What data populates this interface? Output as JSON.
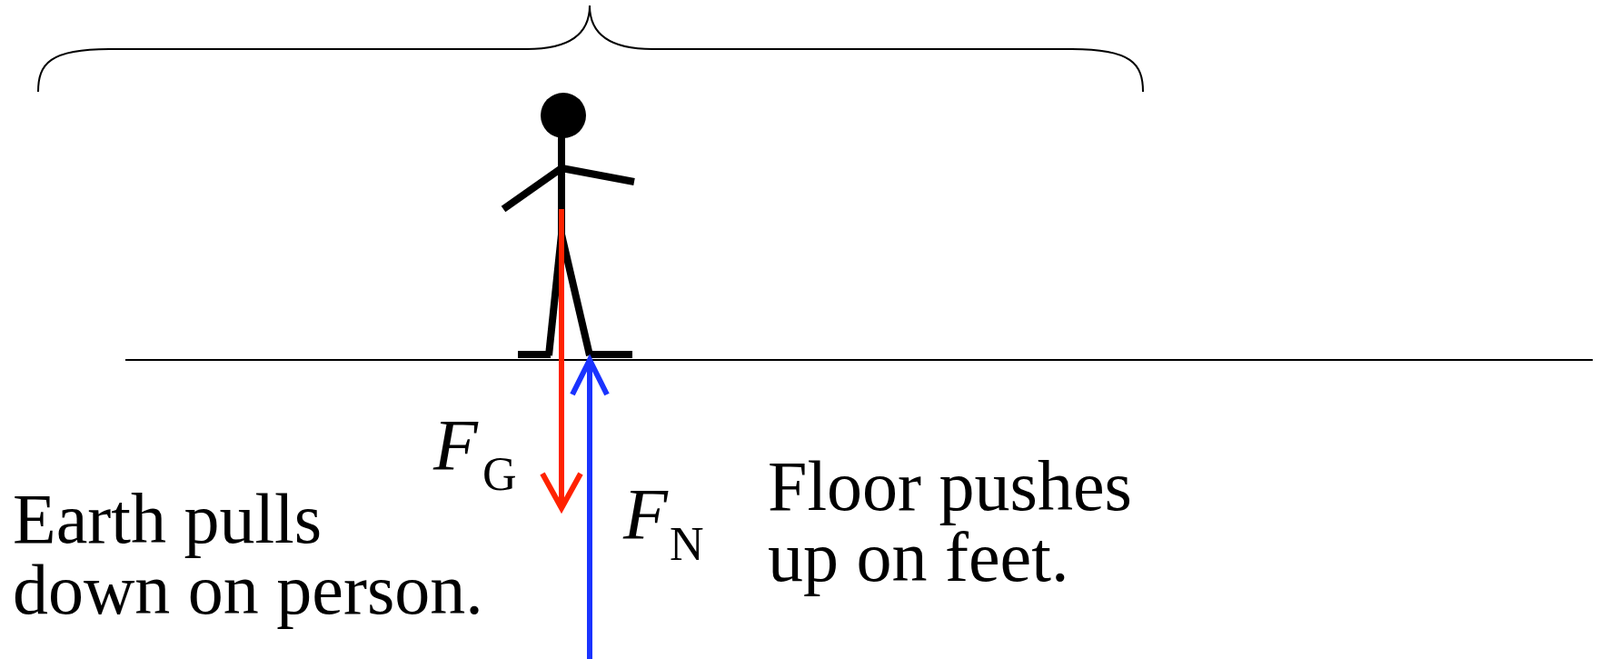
{
  "diagram": {
    "labels": [
      "F",
      "G",
      "F",
      "N",
      "Earth pulls down on person.",
      "Floor pushes up on feet."
    ]
  }
}
